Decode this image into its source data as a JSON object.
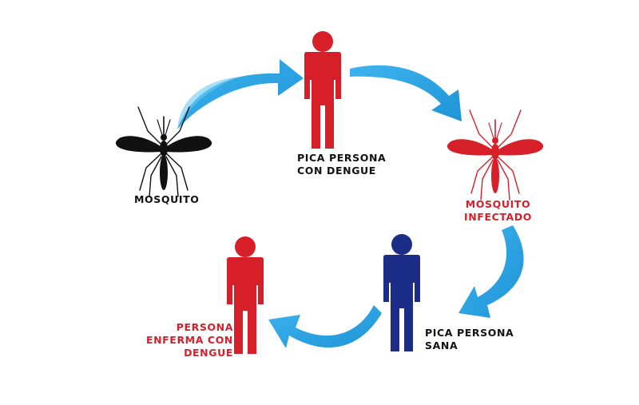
{
  "colors": {
    "arrow": "#2aa8e9",
    "arrow_dark": "#1e8fd3",
    "infected_red": "#d71f2a",
    "healthy_blue": "#1b2d86",
    "mosquito_black": "#111111",
    "text_black": "#111111"
  },
  "icons": {
    "mosquito": "mosquito-icon",
    "mosquito_infected": "mosquito-icon",
    "person": "person-icon"
  },
  "nodes": {
    "mosquito": {
      "label_lines": [
        "MOSQUITO"
      ]
    },
    "person_with_dengue": {
      "label_lines": [
        "PICA PERSONA",
        "CON DENGUE"
      ]
    },
    "infected_mosquito": {
      "label_lines": [
        "MOSQUITO",
        "INFECTADO"
      ]
    },
    "healthy_person": {
      "label_lines": [
        "PICA PERSONA",
        "SANA"
      ]
    },
    "sick_person": {
      "label_lines": [
        "PERSONA",
        "ENFERMA CON",
        "DENGUE"
      ]
    }
  }
}
